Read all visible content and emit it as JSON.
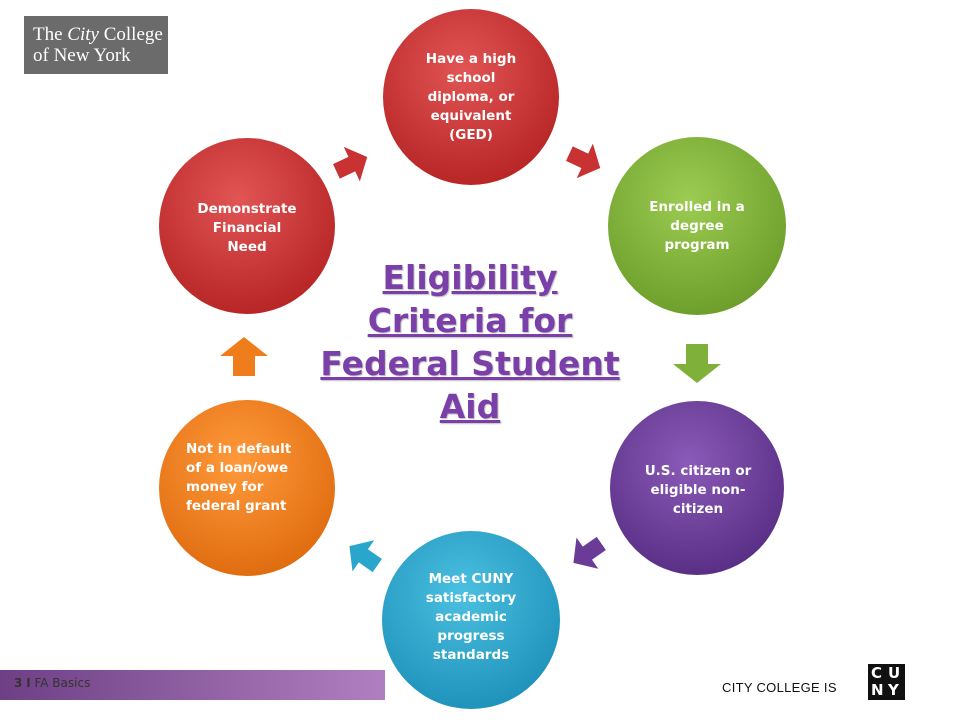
{
  "logo": {
    "line1_prefix": "The",
    "line1_city": "City",
    "line1_suffix": "College",
    "line2": "of New York"
  },
  "title": {
    "line1": "Eligibility",
    "line2": "Criteria for",
    "line3": "Federal Student",
    "line4": "Aid"
  },
  "nodes": [
    {
      "id": "diploma",
      "lines": [
        "Have a high",
        "school",
        "diploma, or",
        "equivalent",
        "(GED)"
      ],
      "color": "#c83232"
    },
    {
      "id": "degree",
      "lines": [
        "Enrolled in a",
        "degree",
        "program"
      ],
      "color": "#7fb03a"
    },
    {
      "id": "citizen",
      "lines": [
        "U.S. citizen or",
        "eligible non-",
        "citizen"
      ],
      "color": "#6a3c98"
    },
    {
      "id": "sap",
      "lines": [
        "Meet CUNY",
        "satisfactory",
        "academic",
        "progress",
        "standards"
      ],
      "color": "#2aa6cc"
    },
    {
      "id": "default",
      "lines": [
        "Not in default",
        "of a loan/owe",
        "money for",
        "federal grant"
      ],
      "color": "#ef7d1c"
    },
    {
      "id": "need",
      "lines": [
        "Demonstrate",
        "Financial",
        "Need"
      ],
      "color": "#c83232"
    }
  ],
  "footer": {
    "page": "3",
    "separator": "I",
    "label": "FA Basics"
  },
  "brand": {
    "text": "CITY COLLEGE IS",
    "cuny_letters": [
      "C",
      "U",
      "N",
      "Y"
    ]
  },
  "colors": {
    "footer_bar": "#7b4a8c",
    "title": "#7a3fa8"
  }
}
